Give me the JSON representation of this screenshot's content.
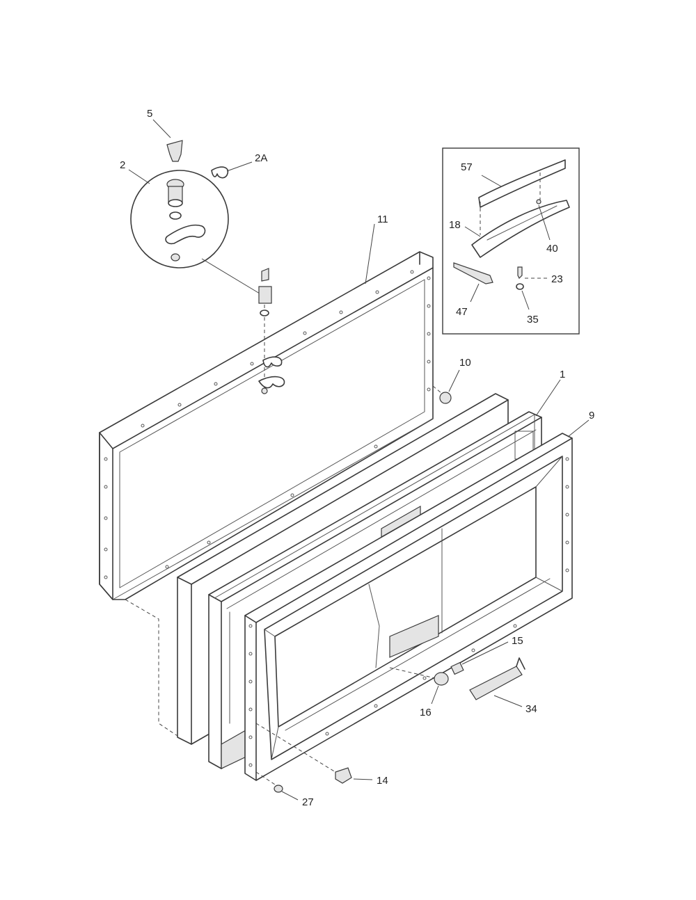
{
  "diagram": {
    "callouts": {
      "p5": "5",
      "p2": "2",
      "p2a": "2A",
      "p11": "11",
      "p10": "10",
      "p1": "1",
      "p9": "9",
      "p57": "57",
      "p18": "18",
      "p40": "40",
      "p23": "23",
      "p47": "47",
      "p35": "35",
      "p15": "15",
      "p16": "16",
      "p34": "34",
      "p14": "14",
      "p27": "27"
    }
  }
}
